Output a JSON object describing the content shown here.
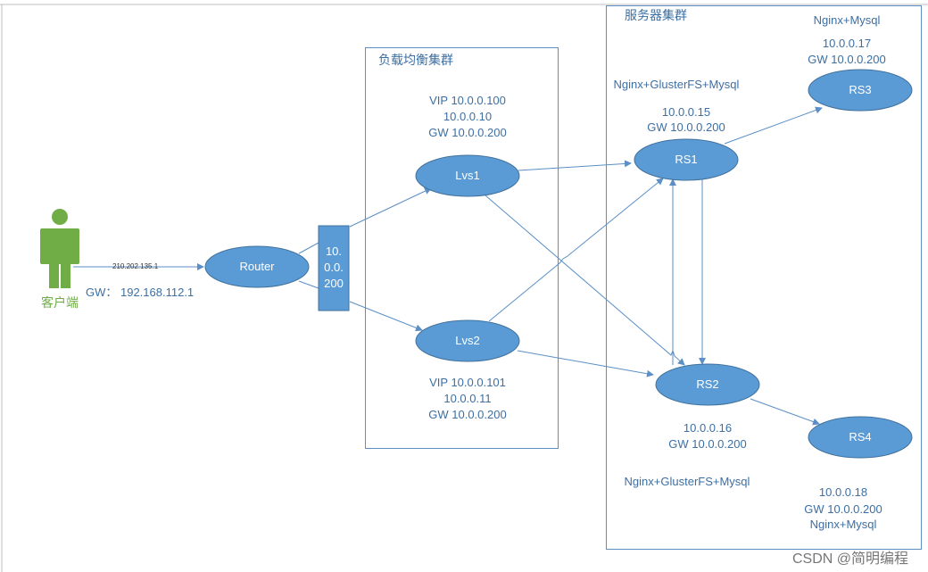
{
  "clusters": {
    "lb_title": "负载均衡集群",
    "server_title": "服务器集群"
  },
  "client": {
    "label": "客户端",
    "gw": "GW： 192.168.112.1",
    "link_ip": "210.202.135.1"
  },
  "router": {
    "label": "Router"
  },
  "gateway_box": {
    "line1": "10.",
    "line2": "0.0.",
    "line3": "200"
  },
  "lvs1": {
    "label": "Lvs1",
    "vip": "VIP 10.0.0.100",
    "ip": "10.0.0.10",
    "gw": "GW 10.0.0.200"
  },
  "lvs2": {
    "label": "Lvs2",
    "vip": "VIP 10.0.0.101",
    "ip": "10.0.0.11",
    "gw": "GW 10.0.0.200"
  },
  "rs1": {
    "label": "RS1",
    "service": "Nginx+GlusterFS+Mysql",
    "ip": "10.0.0.15",
    "gw": "GW 10.0.0.200"
  },
  "rs2": {
    "label": "RS2",
    "service": "Nginx+GlusterFS+Mysql",
    "ip": "10.0.0.16",
    "gw": "GW 10.0.0.200"
  },
  "rs3": {
    "label": "RS3",
    "service": "Nginx+Mysql",
    "ip": "10.0.0.17",
    "gw": "GW 10.0.0.200"
  },
  "rs4": {
    "label": "RS4",
    "service": "Nginx+Mysql",
    "ip": "10.0.0.18",
    "gw": "GW 10.0.0.200"
  },
  "watermark": "CSDN @简明编程",
  "colors": {
    "node_fill": "#5b9bd5",
    "line": "#5b8fc5",
    "person": "#70ad47"
  }
}
